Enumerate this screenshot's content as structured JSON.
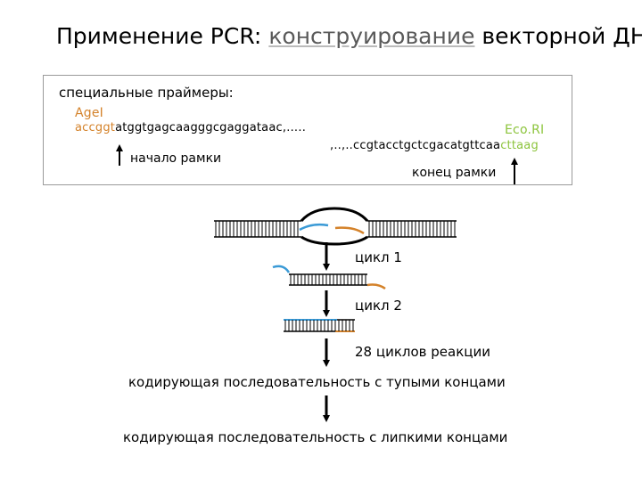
{
  "title": {
    "prefix": "Применение PCR: ",
    "highlight": "конструирование",
    "suffix": " векторной ДНК"
  },
  "box": {
    "heading": "специальные праймеры:",
    "left_enzyme": "AgeI",
    "left_seq_site": "accggt",
    "left_seq_rest": "atggtgagcaagggcgaggataac,…..",
    "start_label": "начало рамки",
    "right_enzyme": "Eco.RI",
    "right_seq_main": ",..,..ccgtacctgctcgacatgttcaa",
    "right_seq_site": "cttaag",
    "end_label": "конец рамки"
  },
  "steps": {
    "cycle1": "цикл 1",
    "cycle2": "цикл 2",
    "cycles28": "28 циклов реакции",
    "blunt": "кодирующая последовательность с тупыми концами",
    "sticky": "кодирующая последовательность с липкими концами"
  },
  "colors": {
    "primer_left": "#3a9ad6",
    "primer_right": "#d4822a",
    "enzyme_left": "#d4822a",
    "enzyme_right": "#8cc43c",
    "title_highlight": "#5a5a5a"
  }
}
